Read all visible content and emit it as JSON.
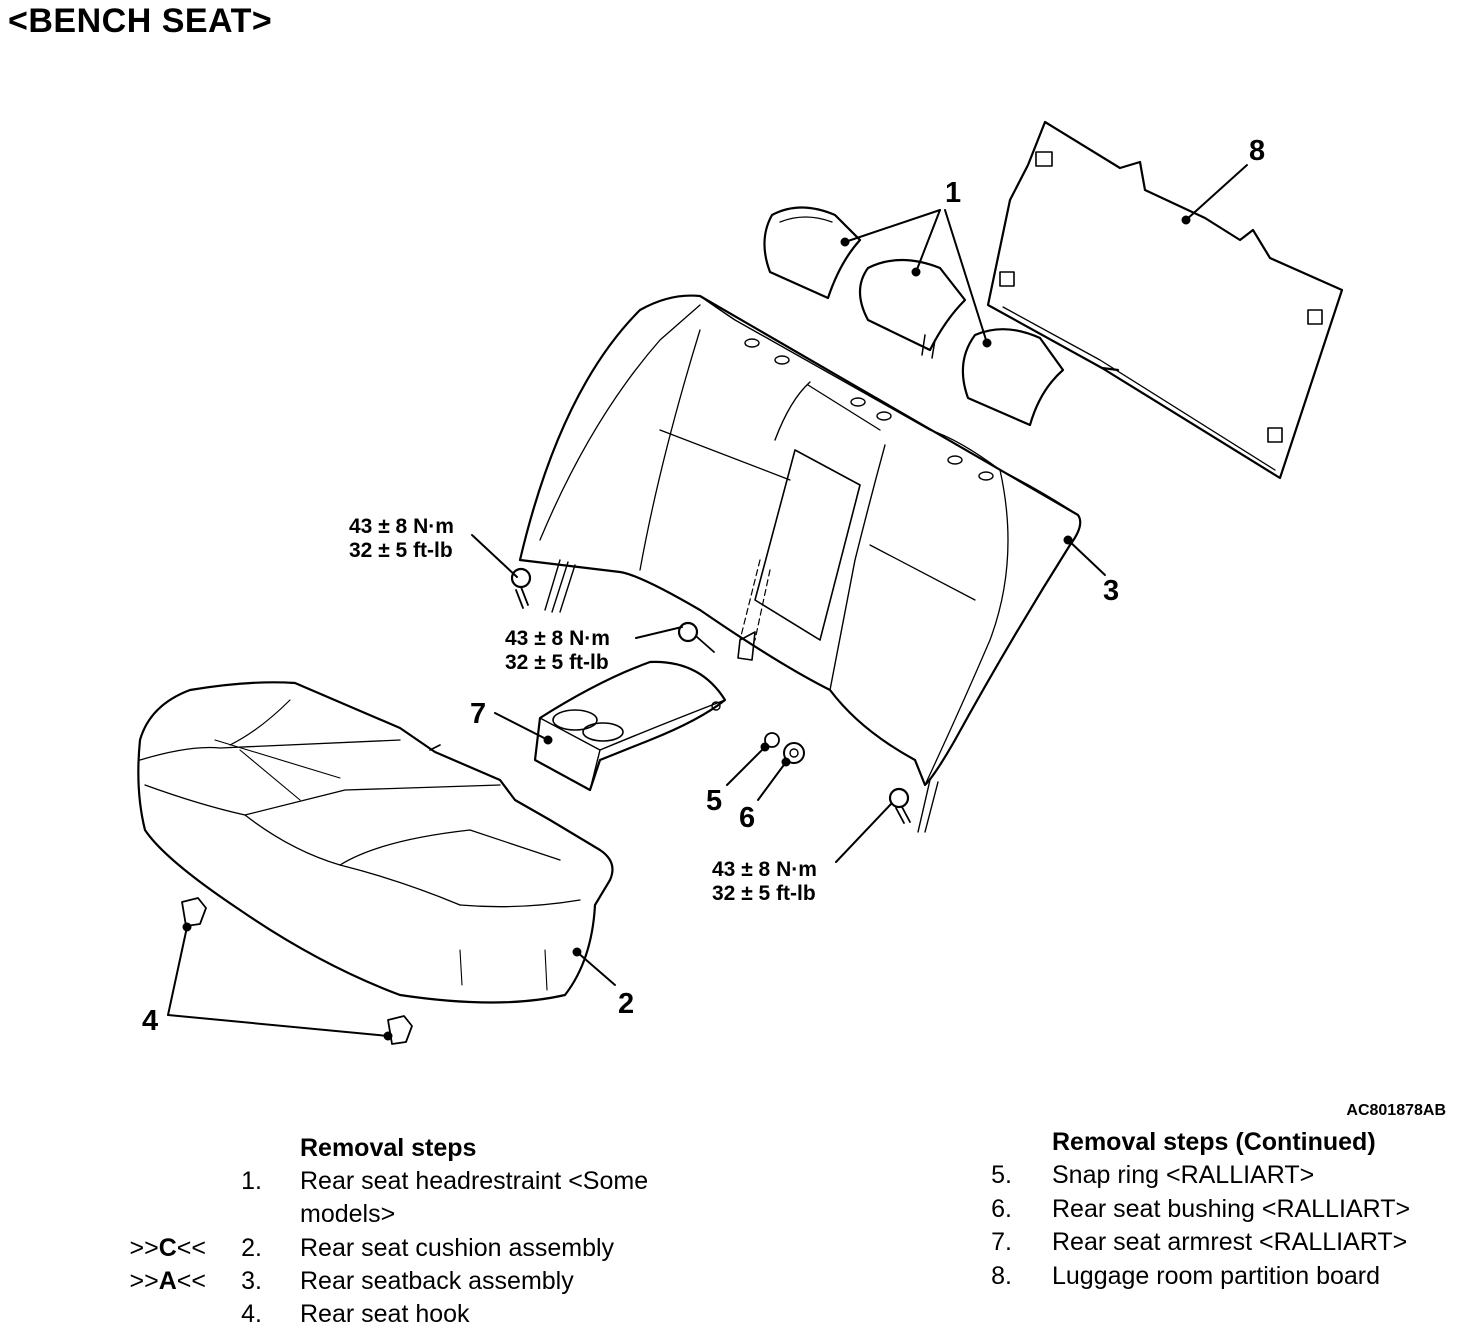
{
  "title": "<BENCH SEAT>",
  "figure_code": "AC801878AB",
  "callouts": {
    "c1": "1",
    "c2": "2",
    "c3": "3",
    "c4": "4",
    "c5": "5",
    "c6": "6",
    "c7": "7",
    "c8": "8"
  },
  "torque": {
    "a_line1": "43 ± 8 N·m",
    "a_line2": "32 ± 5 ft-lb",
    "b_line1": "43 ± 8 N·m",
    "b_line2": "32 ± 5 ft-lb",
    "c_line1": "43 ± 8 N·m",
    "c_line2": "32 ± 5 ft-lb"
  },
  "removal_steps": {
    "title": "Removal steps",
    "items": [
      {
        "ref_pre": "",
        "ref_bold": "",
        "ref_post": "",
        "num": "1.",
        "text": "Rear seat headrestraint <Some",
        "text2": "models>"
      },
      {
        "ref_pre": ">>",
        "ref_bold": "C",
        "ref_post": "<<",
        "num": "2.",
        "text": "Rear seat cushion assembly"
      },
      {
        "ref_pre": ">>",
        "ref_bold": "A",
        "ref_post": "<<",
        "num": "3.",
        "text": "Rear seatback assembly"
      },
      {
        "ref_pre": "",
        "ref_bold": "",
        "ref_post": "",
        "num": "4.",
        "text": "Rear seat hook"
      }
    ]
  },
  "removal_steps_continued": {
    "title": "Removal steps (Continued)",
    "items": [
      {
        "num": "5.",
        "text": "Snap ring <RALLIART>"
      },
      {
        "num": "6.",
        "text": "Rear seat bushing <RALLIART>"
      },
      {
        "num": "7.",
        "text": "Rear seat armrest <RALLIART>"
      },
      {
        "num": "8.",
        "text": "Luggage room partition board"
      }
    ]
  }
}
